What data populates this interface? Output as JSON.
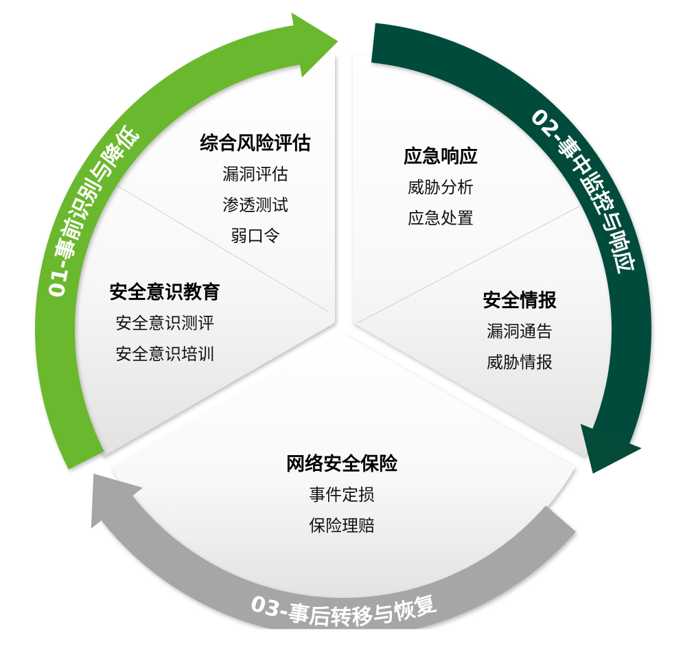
{
  "colors": {
    "phase1": "#6ab82f",
    "phase2": "#054b3a",
    "phase3": "#a6a6a6"
  },
  "phases": [
    {
      "label": "01-事前识别与降低"
    },
    {
      "label": "02-事中监控与响应"
    },
    {
      "label": "03-事后转移与恢复"
    }
  ],
  "sections": {
    "risk_assessment": {
      "title": "综合风险评估",
      "items": [
        "漏洞评估",
        "渗透测试",
        "弱口令"
      ]
    },
    "awareness": {
      "title": "安全意识教育",
      "items": [
        "安全意识测评",
        "安全意识培训"
      ]
    },
    "emergency": {
      "title": "应急响应",
      "items": [
        "威胁分析",
        "应急处置"
      ]
    },
    "intel": {
      "title": "安全情报",
      "items": [
        "漏洞通告",
        "威胁情报"
      ]
    },
    "insurance": {
      "title": "网络安全保险",
      "items": [
        "事件定损",
        "保险理赔"
      ]
    }
  }
}
